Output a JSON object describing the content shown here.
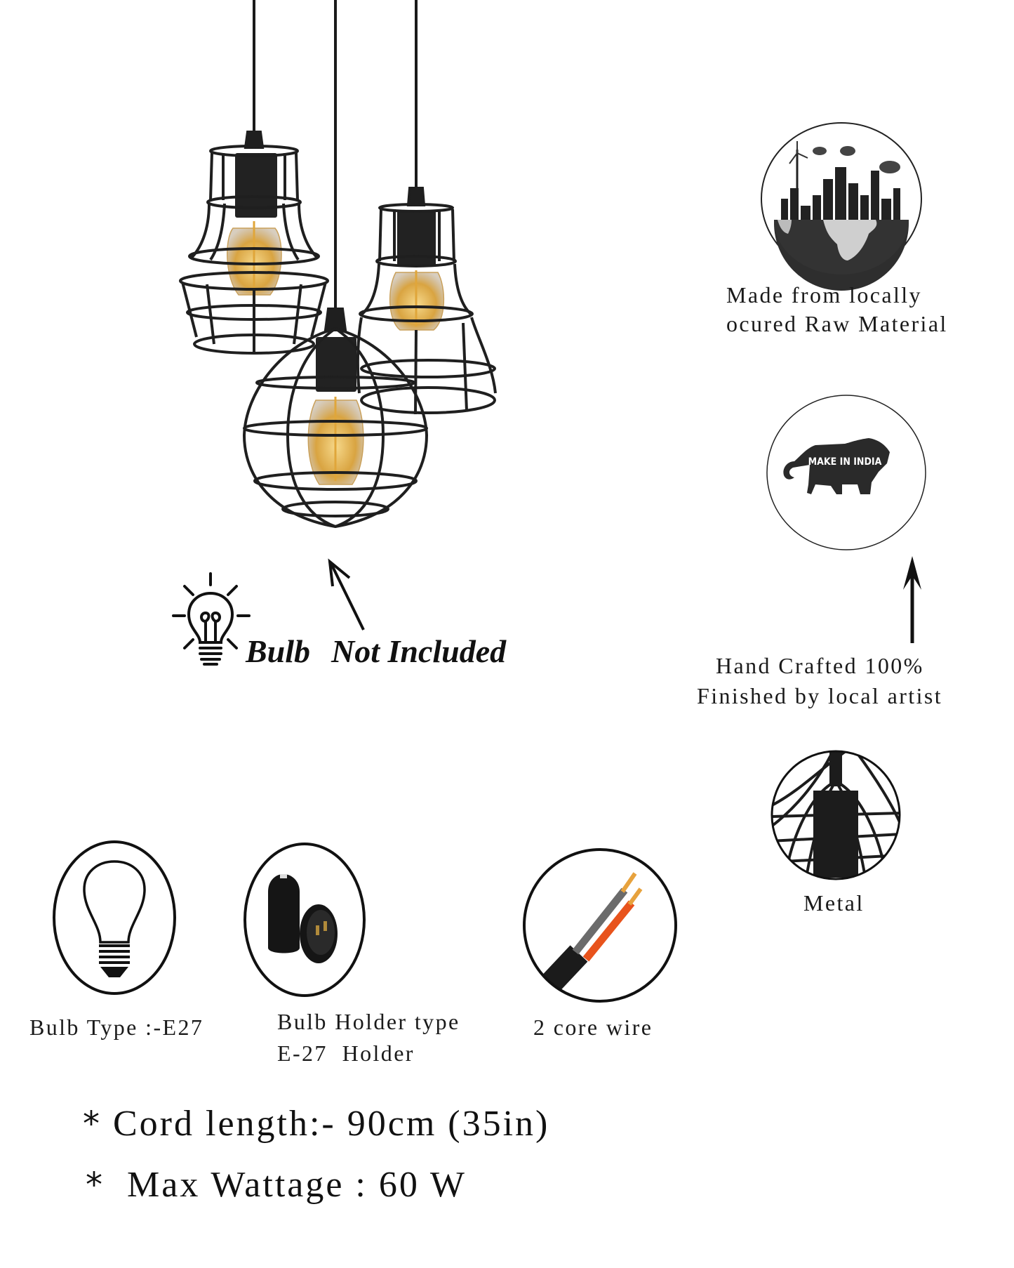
{
  "product": {
    "image_alt": "Three black wire cage pendant lights with vintage filament bulbs",
    "bulb_notice": {
      "word1": "Bulb",
      "word2": "Not Included",
      "icon": "lightbulb-icon"
    }
  },
  "features": [
    {
      "icon": "globe-city-icon",
      "line1": "Made from locally",
      "line2": "ocured Raw Material"
    },
    {
      "icon": "make-in-india-lion-icon",
      "badge_text": "MAKE IN INDIA",
      "line1": "Hand Crafted 100%",
      "line2": "Finished by local artist"
    },
    {
      "icon": "metal-cage-icon",
      "line1": "Metal"
    }
  ],
  "specs": [
    {
      "icon": "bulb-outline-icon",
      "line1": "Bulb Type :-E27"
    },
    {
      "icon": "bulb-holder-icon",
      "line1": "Bulb Holder type",
      "line2": "E-27  Holder"
    },
    {
      "icon": "two-core-wire-icon",
      "line1": "2 core wire"
    }
  ],
  "notes": [
    {
      "bullet": "*",
      "text": "Cord length:- 90cm (35in)"
    },
    {
      "bullet": "*",
      "text": "Max Wattage : 60 W"
    }
  ],
  "colors": {
    "ink": "#111111",
    "background": "#ffffff",
    "bulb_glow": "#d9a441",
    "wire_orange": "#e8531c",
    "wire_grey": "#6b6b6b"
  }
}
